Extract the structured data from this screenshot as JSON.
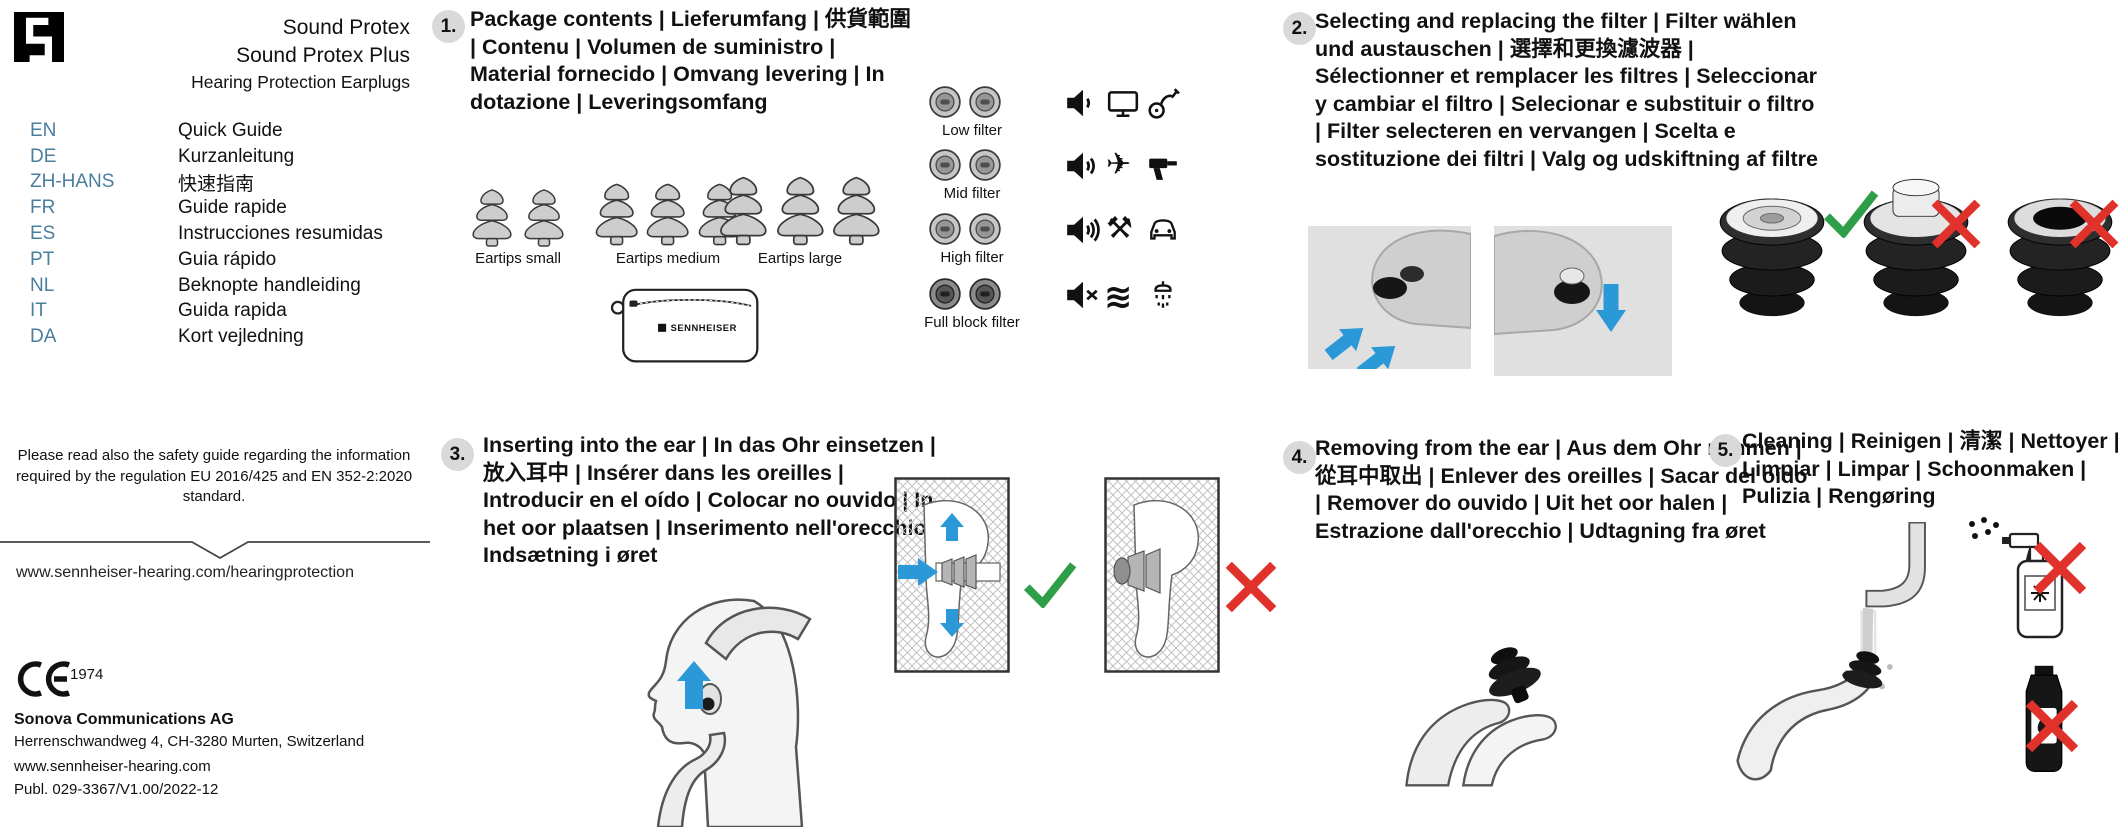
{
  "colors": {
    "accent_blue": "#2b99d8",
    "language_blue": "#4a7e9f",
    "check_green": "#2f9e48",
    "cross_red": "#e0312a"
  },
  "masthead": {
    "product1": "Sound Protex",
    "product2": "Sound Protex Plus",
    "subtitle": "Hearing Protection Earplugs"
  },
  "languages": [
    {
      "code": "EN",
      "name": "Quick Guide"
    },
    {
      "code": "DE",
      "name": "Kurzanleitung"
    },
    {
      "code": "ZH-HANS",
      "name": "快速指南"
    },
    {
      "code": "FR",
      "name": "Guide rapide"
    },
    {
      "code": "ES",
      "name": "Instrucciones resumidas"
    },
    {
      "code": "PT",
      "name": "Guia rápido"
    },
    {
      "code": "NL",
      "name": "Beknopte handleiding"
    },
    {
      "code": "IT",
      "name": "Guida rapida"
    },
    {
      "code": "DA",
      "name": "Kort vejledning"
    }
  ],
  "left_column": {
    "safety_note": "Please read also the safety guide regarding the information required by the regulation EU 2016/425 and EN 352-2:2020 standard.",
    "hearing_url": "www.sennheiser-hearing.com/hearingprotection",
    "ce_number": "1974",
    "company": "Sonova Communications AG",
    "address": "Herrenschwandweg 4, CH-3280 Murten, Switzerland",
    "website": "www.sennheiser-hearing.com",
    "publication": "Publ. 029-3367/V1.00/2022-12"
  },
  "steps": {
    "s1": {
      "number": "1.",
      "title": "Package contents | Lieferumfang | 供貨範圍 | Contenu | Volumen de suministro | Material fornecido | Omvang levering | In dotazione | Leveringsomfang"
    },
    "s2": {
      "number": "2.",
      "title": "Selecting and replacing the filter | Filter wählen und austauschen | 選擇和更換濾波器 | Sélectionner et remplacer les filtres | Seleccionar y cambiar el filtro | Selecionar e substituir o filtro | Filter selecteren en vervangen | Scelta e sostituzione dei filtri | Valg og udskiftning af filtre"
    },
    "s3": {
      "number": "3.",
      "title": "Inserting into the ear | In das Ohr einsetzen | 放入耳中 | Insérer dans les oreilles | Introducir en el oído | Colocar no ouvido | In het oor plaatsen | Inserimento nell'orecchio | Indsætning i øret"
    },
    "s4": {
      "number": "4.",
      "title": "Removing from the ear | Aus dem Ohr nehmen | 從耳中取出 | Enlever des oreilles | Sacar del oído | Remover do ouvido | Uit het oor halen | Estrazione dall'orecchio | Udtagning fra øret"
    },
    "s5": {
      "number": "5.",
      "title": "Cleaning | Reinigen | 清潔 | Nettoyer | Limpiar | Limpar | Schoonmaken | Pulizia | Rengøring"
    }
  },
  "package": {
    "eartips_small": "Eartips small",
    "eartips_medium": "Eartips medium",
    "eartips_large": "Eartips large",
    "pouch_brand": "SENNHEISER",
    "filters": [
      {
        "label": "Low filter"
      },
      {
        "label": "Mid filter"
      },
      {
        "label": "High filter"
      },
      {
        "label": "Full block filter"
      }
    ]
  },
  "glyphs": {
    "airplane": "✈",
    "tools": "⚒",
    "waves": "≋"
  }
}
